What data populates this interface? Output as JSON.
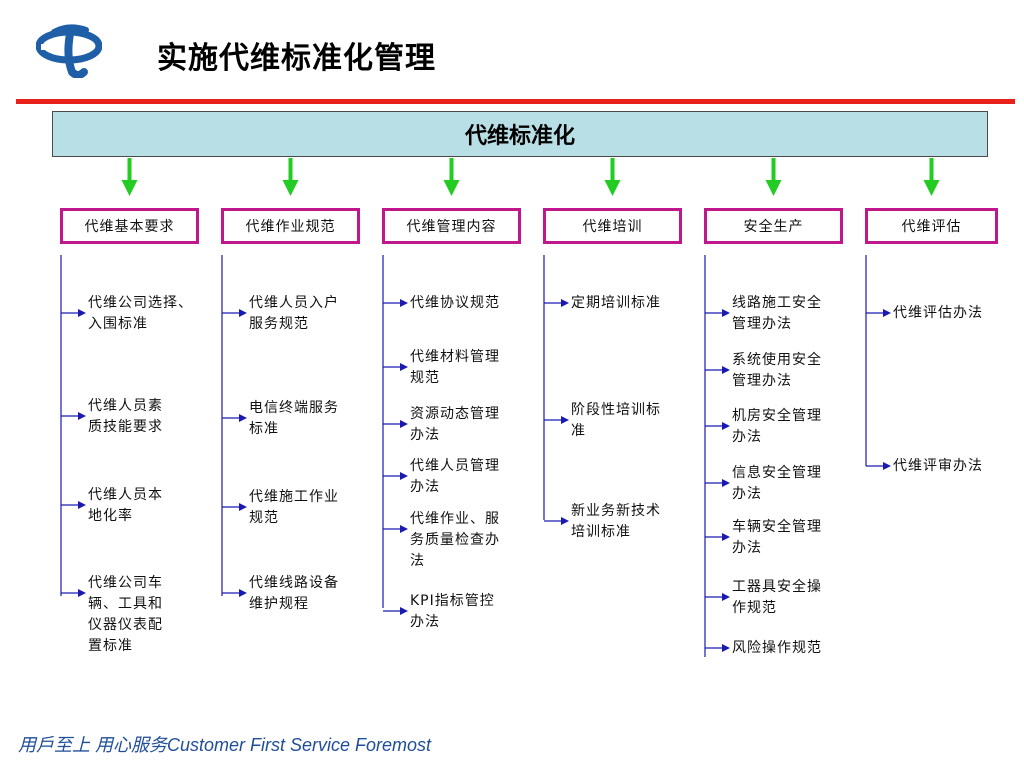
{
  "header": {
    "title": "实施代维标准化管理",
    "logo_icon": "china-telecom-logo"
  },
  "banner": {
    "label": "代维标准化"
  },
  "colors": {
    "brand_blue": "#1f5fa8",
    "divider_red": "#e8221b",
    "banner_fill": "#b8dfe6",
    "category_border": "#c0178d",
    "down_arrow": "#22cc22",
    "branch_blue": "#1a1ab0"
  },
  "columns": [
    {
      "category": "代维基本要求",
      "items": [
        "代维公司选择、\n入围标准",
        "代维人员素\n质技能要求",
        "代维人员本\n地化率",
        "代维公司车\n辆、工具和\n仪器仪表配\n置标准"
      ]
    },
    {
      "category": "代维作业规范",
      "items": [
        "代维人员入户\n服务规范",
        "电信终端服务\n标准",
        "代维施工作业\n规范",
        "代维线路设备\n维护规程"
      ]
    },
    {
      "category": "代维管理内容",
      "items": [
        "代维协议规范",
        "代维材料管理\n规范",
        "资源动态管理\n办法",
        "代维人员管理\n办法",
        "代维作业、服\n务质量检查办\n法",
        "KPI指标管控\n办法"
      ]
    },
    {
      "category": "代维培训",
      "items": [
        "定期培训标准",
        "阶段性培训标\n准",
        "新业务新技术\n培训标准"
      ]
    },
    {
      "category": "安全生产",
      "items": [
        "线路施工安全\n管理办法",
        "系统使用安全\n管理办法",
        "机房安全管理\n办法",
        "信息安全管理\n办法",
        "车辆安全管理\n办法",
        "工器具安全操\n作规范",
        "风险操作规范"
      ]
    },
    {
      "category": "代维评估",
      "items": [
        "代维评估办法",
        "代维评审办法"
      ]
    }
  ],
  "footer": {
    "slogan": "用戶至上 用心服务Customer First Service Foremost"
  }
}
